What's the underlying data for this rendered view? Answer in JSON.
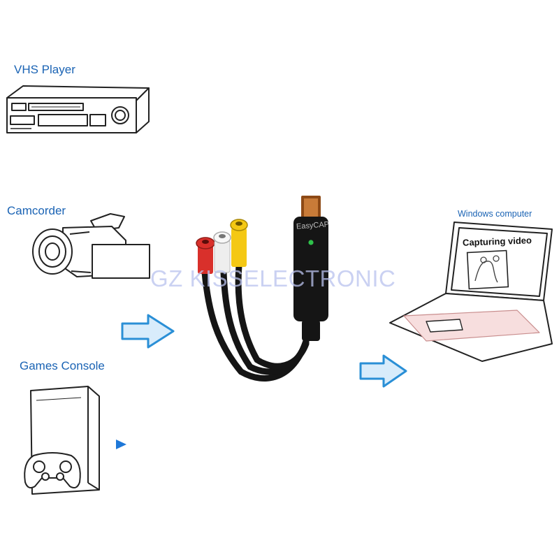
{
  "sources": {
    "vhs_label": "VHS Player",
    "camcorder_label": "Camcorder",
    "console_label": "Games Console"
  },
  "target": {
    "label": "Windows computer",
    "screen_text": "Capturing video"
  },
  "device": {
    "brand": "EasyCAP",
    "connector_colors": [
      "#d9302b",
      "#eeeeee",
      "#f4c814"
    ]
  },
  "watermark": "GZ KISSELECTRONIC",
  "colors": {
    "accent": "#1a63b4",
    "arrow_fill": "#d8ecfb",
    "arrow_stroke": "#2a8fd6"
  },
  "icons": [
    "vhs-player-icon",
    "camcorder-icon",
    "games-console-icon",
    "gamepad-icon",
    "play-triangle-icon",
    "arrow-right-icon",
    "usb-capture-device",
    "laptop-icon"
  ]
}
